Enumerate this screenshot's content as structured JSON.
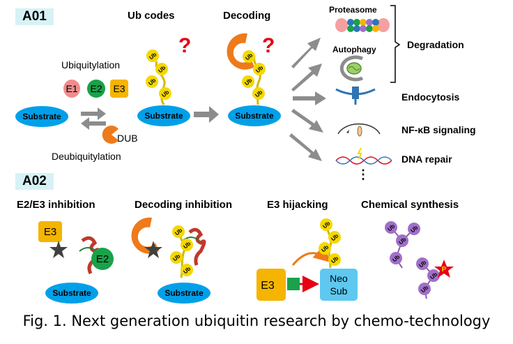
{
  "a01": {
    "label": "A01",
    "ub_codes": "Ub codes",
    "decoding": "Decoding",
    "ubiquitylation": "Ubiquitylation",
    "e1": "E1",
    "e2": "E2",
    "e3": "E3",
    "substrate": "Substrate",
    "dub": "DUB",
    "deubiquitylation": "Deubiquitylation",
    "ub": "Ub",
    "question": "?",
    "proteasome": "Proteasome",
    "autophagy": "Autophagy",
    "degradation": "Degradation",
    "endocytosis": "Endocytosis",
    "nfkb": "NF-κB signaling",
    "dna_repair": "DNA repair",
    "ellipsis": "⋮"
  },
  "a02": {
    "label": "A02",
    "e2e3_inhibition": "E2/E3 inhibition",
    "decoding_inhibition": "Decoding inhibition",
    "e3_hijacking": "E3 hijacking",
    "chemical_synthesis": "Chemical synthesis",
    "e3": "E3",
    "e2": "E2",
    "substrate": "Substrate",
    "neo": "Neo",
    "sub": "Sub",
    "p": "P"
  },
  "caption": "Fig. 1. Next generation ubiquitin research by chemo-technology",
  "colors": {
    "section_bg": "#d6f2f7",
    "substrate": "#00a0e9",
    "ub_yellow": "#f5d800",
    "e1_pink": "#f08c8c",
    "e2_green": "#1aa14a",
    "e3_orange": "#f5b400",
    "dub_orange": "#ee7a1a",
    "question_red": "#e60012",
    "arrow_gray": "#8c8c8c",
    "purple_ub": "#a070c8",
    "receptor_blue": "#2e75b6",
    "neo_sub": "#5ec8f0"
  }
}
